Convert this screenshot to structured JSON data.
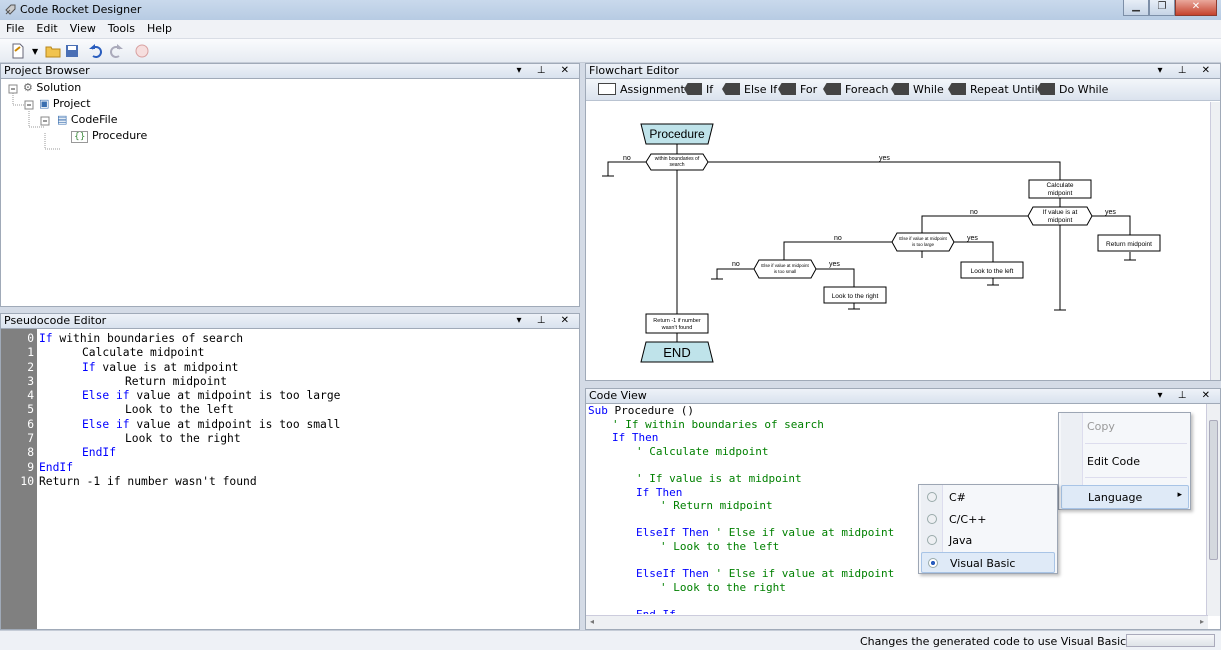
{
  "window": {
    "title": "Code Rocket Designer"
  },
  "menu": [
    "File",
    "Edit",
    "View",
    "Tools",
    "Help"
  ],
  "project_browser": {
    "title": "Project Browser",
    "tree": [
      {
        "label": "Solution",
        "icon": "solution-icon"
      },
      {
        "label": "Project",
        "icon": "project-icon"
      },
      {
        "label": "CodeFile",
        "icon": "file-icon"
      },
      {
        "label": "Procedure",
        "icon": "procedure-icon"
      }
    ]
  },
  "pseudocode": {
    "title": "Pseudocode Editor",
    "lines": [
      {
        "n": "0",
        "indent": 0,
        "kw": "If",
        "text": " within boundaries of search"
      },
      {
        "n": "1",
        "indent": 1,
        "kw": "",
        "text": "Calculate midpoint"
      },
      {
        "n": "2",
        "indent": 1,
        "kw": "If",
        "text": " value is at midpoint"
      },
      {
        "n": "3",
        "indent": 2,
        "kw": "",
        "text": "Return midpoint"
      },
      {
        "n": "4",
        "indent": 1,
        "kw": "Else if",
        "text": " value at midpoint is too large"
      },
      {
        "n": "5",
        "indent": 2,
        "kw": "",
        "text": "Look to the left"
      },
      {
        "n": "6",
        "indent": 1,
        "kw": "Else if",
        "text": " value at midpoint is too small"
      },
      {
        "n": "7",
        "indent": 2,
        "kw": "",
        "text": "Look to the right"
      },
      {
        "n": "8",
        "indent": 1,
        "kw": "EndIf",
        "text": ""
      },
      {
        "n": "9",
        "indent": 0,
        "kw": "EndIf",
        "text": ""
      },
      {
        "n": "10",
        "indent": 0,
        "kw": "",
        "text": "Return -1 if number wasn't found"
      }
    ]
  },
  "flowchart": {
    "title": "Flowchart Editor",
    "palette": [
      "Assignment",
      "If",
      "Else If",
      "For",
      "Foreach",
      "While",
      "Repeat Until",
      "Do While"
    ],
    "start": "Procedure",
    "end": "END",
    "labels": {
      "d1": "within boundaries of search",
      "calc": "Calculate midpoint",
      "d2": "If value is at midpoint",
      "ret": "Return midpoint",
      "d3": "Else if value at midpoint is too large",
      "left": "Look to the left",
      "d4": "Else if value at midpoint is too small",
      "right": "Look to the right",
      "notfound": "Return -1 if number wasn't found",
      "yes": "yes",
      "no": "no"
    }
  },
  "code_view": {
    "title": "Code View",
    "lines": [
      {
        "indent": 0,
        "kw": "Sub",
        "text": " Procedure ()",
        "type": "code"
      },
      {
        "indent": 1,
        "kw": "",
        "text": "' If within boundaries of search",
        "type": "comment"
      },
      {
        "indent": 1,
        "kw": "If Then",
        "text": "",
        "type": "code"
      },
      {
        "indent": 2,
        "kw": "",
        "text": "' Calculate midpoint",
        "type": "comment"
      },
      {
        "indent": 2,
        "kw": "",
        "text": "",
        "type": "blank"
      },
      {
        "indent": 2,
        "kw": "",
        "text": "' If value is at midpoint",
        "type": "comment"
      },
      {
        "indent": 2,
        "kw": "If Then",
        "text": "",
        "type": "code"
      },
      {
        "indent": 3,
        "kw": "",
        "text": "' Return midpoint",
        "type": "comment"
      },
      {
        "indent": 2,
        "kw": "",
        "text": "",
        "type": "blank"
      },
      {
        "indent": 2,
        "kw": "ElseIf Then",
        "text": "' Else if value at midpoint",
        "type": "mixed"
      },
      {
        "indent": 3,
        "kw": "",
        "text": "' Look to the left",
        "type": "comment"
      },
      {
        "indent": 2,
        "kw": "",
        "text": "",
        "type": "blank"
      },
      {
        "indent": 2,
        "kw": "ElseIf Then",
        "text": "' Else if value at midpoint",
        "type": "mixed"
      },
      {
        "indent": 3,
        "kw": "",
        "text": "' Look to the right",
        "type": "comment"
      },
      {
        "indent": 2,
        "kw": "",
        "text": "",
        "type": "blank"
      },
      {
        "indent": 2,
        "kw": "End If",
        "text": "",
        "type": "code"
      }
    ]
  },
  "context_menu": {
    "copy": "Copy",
    "edit_code": "Edit Code",
    "language": "Language"
  },
  "language_menu": [
    {
      "label": "C#",
      "selected": false
    },
    {
      "label": "C/C++",
      "selected": false
    },
    {
      "label": "Java",
      "selected": false
    },
    {
      "label": "Visual Basic",
      "selected": true
    }
  ],
  "status": "Changes the generated code to use Visual Basic syntax.",
  "colors": {
    "keyword": "#0000ff",
    "comment": "#008000",
    "terminator": "#bfe3ea"
  }
}
